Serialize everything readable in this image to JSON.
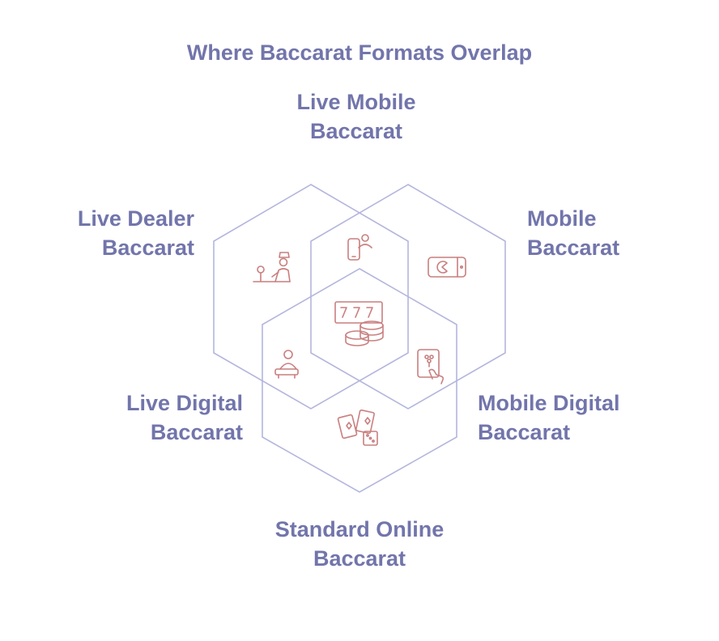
{
  "title": "Where Baccarat Formats Overlap",
  "labels": {
    "live_mobile": [
      "Live Mobile",
      "Baccarat"
    ],
    "live_dealer": [
      "Live Dealer",
      "Baccarat"
    ],
    "mobile": [
      "Mobile",
      "Baccarat"
    ],
    "live_digital": [
      "Live Digital",
      "Baccarat"
    ],
    "mobile_digital": [
      "Mobile Digital",
      "Baccarat"
    ],
    "standard_online": [
      "Standard Online",
      "Baccarat"
    ]
  },
  "colors": {
    "text": "#7275ab",
    "hexagon": "#b4b6dd",
    "icon": "#c97f7f"
  },
  "icons": [
    "dealer-icon",
    "mobile-user-icon",
    "mobile-game-icon",
    "slot-machine-chips-icon",
    "online-player-icon",
    "tablet-touch-icon",
    "cards-dice-icon"
  ]
}
